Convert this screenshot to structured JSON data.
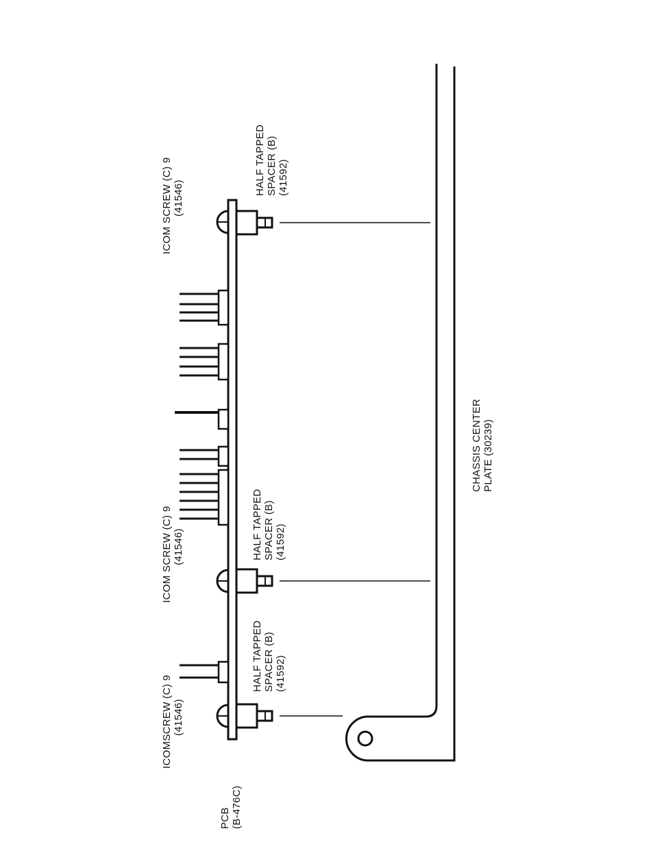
{
  "labels": {
    "screw_top": [
      "ICOM SCREW (C) 9",
      "(41546)"
    ],
    "spacer_top": [
      "HALF TAPPED",
      "SPACER (B)",
      "(41592)"
    ],
    "screw_middle": [
      "ICOM SCREW (C) 9",
      "(41546)"
    ],
    "spacer_middle": [
      "HALF TAPPED",
      "SPACER (B)",
      "(41592)"
    ],
    "screw_bottom": [
      "ICOMSCREW (C) 9",
      "(41546)"
    ],
    "spacer_bottom": [
      "HALF TAPPED",
      "SPACER (B)",
      "(41592)"
    ],
    "chassis": [
      "CHASSIS CENTER",
      "PLATE (30239)"
    ],
    "pcb": [
      "PCB",
      "(B-476C)"
    ]
  }
}
